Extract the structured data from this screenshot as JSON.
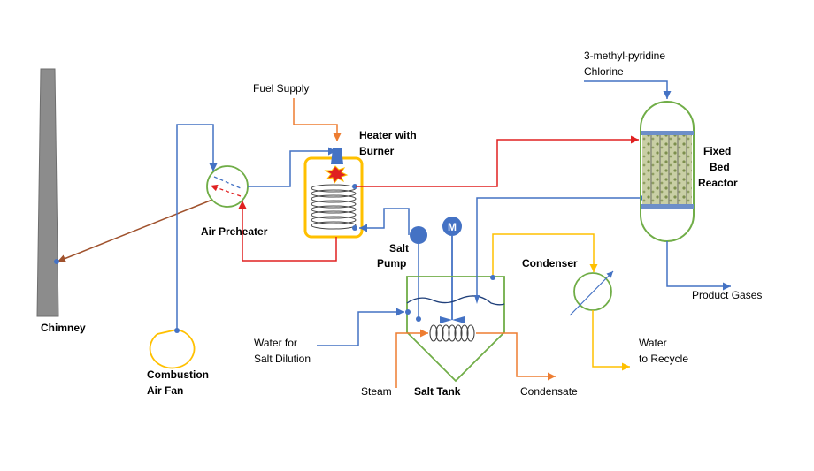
{
  "labels": {
    "chimney": "Chimney",
    "combustion_fan_1": "Combustion",
    "combustion_fan_2": "Air Fan",
    "air_preheater": "Air Preheater",
    "fuel_supply": "Fuel Supply",
    "heater_1": "Heater with",
    "heater_2": "Burner",
    "salt_pump_1": "Salt",
    "salt_pump_2": "Pump",
    "motor": "M",
    "water_dilution_1": "Water for",
    "water_dilution_2": "Salt Dilution",
    "steam": "Steam",
    "salt_tank": "Salt Tank",
    "condensate": "Condensate",
    "condenser": "Condenser",
    "water_recycle_1": "Water",
    "water_recycle_2": "to Recycle",
    "feed_1": "3-methyl-pyridine",
    "feed_2": "Chlorine",
    "reactor_1": "Fixed",
    "reactor_2": "Bed",
    "reactor_3": "Reactor",
    "product_gases": "Product Gases"
  },
  "colors": {
    "air_line": "#4472C4",
    "hot_salt_line": "#E02020",
    "fuel_steam_line": "#ED7D31",
    "cooling_water_line": "#FFC000",
    "flue_gas_line": "#A0522D",
    "vessel_green": "#70AD47",
    "chimney_gray": "#8C8C8C",
    "heater_yellow": "#FFC000"
  }
}
